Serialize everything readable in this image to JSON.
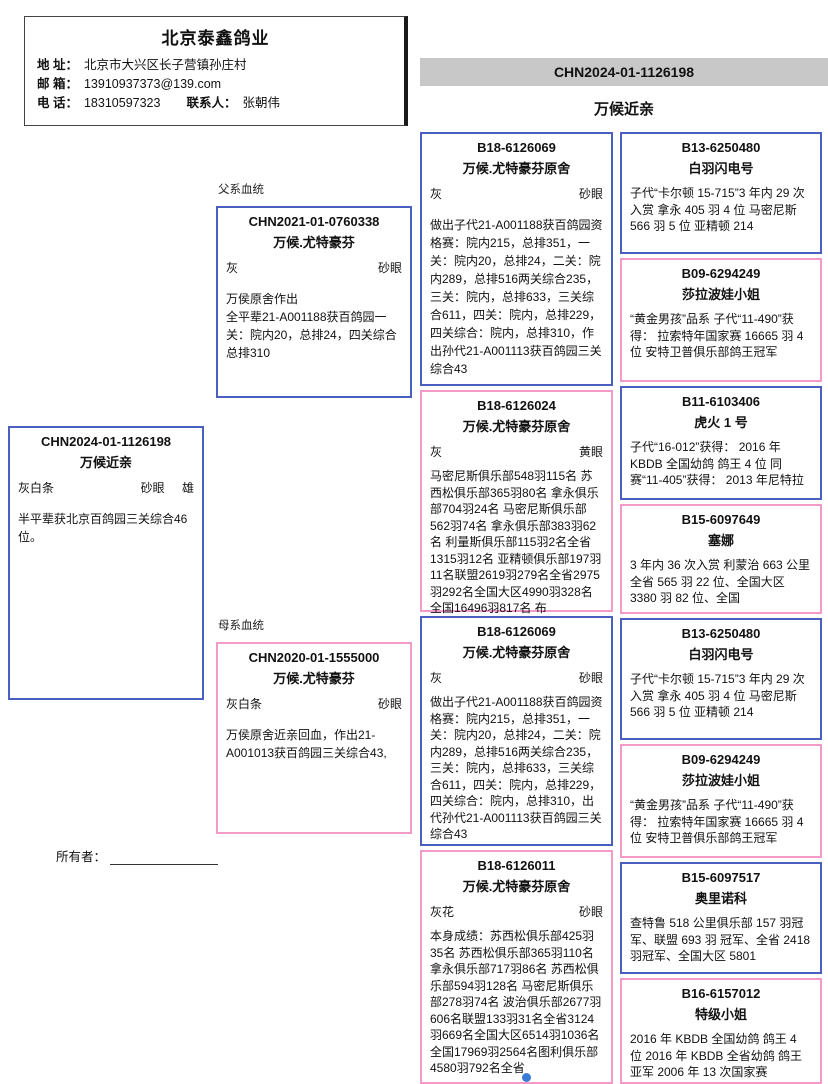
{
  "page": {
    "bar_ring": "CHN2024-01-1126198",
    "pedigree_title": "万候近亲",
    "paternal_label": "父系血统",
    "maternal_label": "母系血统",
    "owner_label": "所有者："
  },
  "header": {
    "loft_name": "北京泰鑫鸽业",
    "address_label": "地 址：",
    "address_value": "北京市大兴区长子营镇孙庄村",
    "email_label": "邮 箱：",
    "email_value": "13910937373@139.com",
    "phone_label": "电 话：",
    "phone_value": "18310597323",
    "contact_label": "联系人：",
    "contact_value": "张朝伟"
  },
  "colors": {
    "male_line_blue": "#4a5fc0",
    "female_line_pink": "#f49ac8",
    "title_bar_gray": "#c8c8c8"
  },
  "subject": {
    "ring": "CHN2024-01-1126198",
    "name": "万候近亲",
    "color": "灰白条",
    "eye": "砂眼",
    "sex": "雄",
    "note": "半平辈获北京百鸽园三关综合46位。"
  },
  "gen2": [
    {
      "ring": "CHN2021-01-0760338",
      "name": "万候.尤特豪芬",
      "color": "灰",
      "eye": "砂眼",
      "note": "万侯原舍作出\n全平辈21-A001188获百鸽园一关：院内20，总排24，四关综合总排310"
    },
    {
      "ring": "CHN2020-01-1555000",
      "name": "万候.尤特豪芬",
      "color": "灰白条",
      "eye": "砂眼",
      "note": "万侯原舍近亲回血，作出21-A001013获百鸽园三关综合43,"
    }
  ],
  "gen3": [
    {
      "ring": "B18-6126069",
      "name": "万候.尤特豪芬原舍",
      "color": "灰",
      "eye": "砂眼",
      "note": "做出子代21-A001188获百鸽园资格赛：院内215，总排351，一关：院内20，总排24，二关：院内289，总排516两关综合235，三关：院内，总排633，三关综合611，四关：院内，总排229，四关综合：院内，总排310，作出孙代21-A001113获百鸽园三关综合43"
    },
    {
      "ring": "B18-6126024",
      "name": "万候.尤特豪芬原舍",
      "color": "灰",
      "eye": "黄眼",
      "note": "马密尼斯俱乐部548羽115名 苏西松俱乐部365羽80名 拿永俱乐部704羽24名 马密尼斯俱乐部562羽74名 拿永俱乐部383羽62名 利量斯俱乐部115羽2名全省1315羽12名 亚精顿俱乐部197羽11名联盟2619羽279名全省2975羽292名全国大区4990羽328名全国16496羽817名 布"
    },
    {
      "ring": "B18-6126069",
      "name": "万候.尤特豪芬原舍",
      "color": "灰",
      "eye": "砂眼",
      "note": "做出子代21-A001188获百鸽园资格赛：院内215，总排351，一关：院内20，总排24，二关：院内289，总排516两关综合235，三关：院内，总排633，三关综合611，四关：院内，总排229，四关综合：院内，总排310，出代孙代21-A001113获百鸽园三关综合43"
    },
    {
      "ring": "B18-6126011",
      "name": "万候.尤特豪芬原舍",
      "color": "灰花",
      "eye": "砂眼",
      "note": "本身成绩：苏西松俱乐部425羽35名 苏西松俱乐部365羽110名 拿永俱乐部717羽86名 苏西松俱乐部594羽128名 马密尼斯俱乐部278羽74名 波治俱乐部2677羽606名联盟133羽31名全省3124羽669名全国大区6514羽1036名全国17969羽2564名图利俱乐部4580羽792名全省"
    }
  ],
  "gen4": [
    {
      "ring": "B13-6250480",
      "name": "白羽闪电号",
      "note": "子代“卡尔顿 15-715”3 年内 29 次入赏 拿永 405 羽 4 位 马密尼斯 566 羽 5 位 亚精顿 214"
    },
    {
      "ring": "B09-6294249",
      "name": "莎拉波娃小姐",
      "note": "“黄金男孩”品系 子代“11-490”获得： 拉索特年国家赛 16665 羽 4 位 安特卫普俱乐部鸽王冠军"
    },
    {
      "ring": "B11-6103406",
      "name": "虎火 1 号",
      "note": "子代“16-012”获得： 2016 年 KBDB 全国幼鸽 鸽王 4 位 同赛“11-405”获得： 2013 年尼特拉"
    },
    {
      "ring": "B15-6097649",
      "name": "塞娜",
      "note": "3 年内 36 次入赏 利蒙治 663 公里全省 565 羽 22 位、全国大区 3380 羽 82 位、全国"
    },
    {
      "ring": "B13-6250480",
      "name": "白羽闪电号",
      "note": "子代“卡尔顿 15-715”3 年内 29 次入赏 拿永 405 羽 4 位 马密尼斯 566 羽 5 位 亚精顿 214"
    },
    {
      "ring": "B09-6294249",
      "name": "莎拉波娃小姐",
      "note": "“黄金男孩”品系 子代“11-490”获得： 拉索特年国家赛 16665 羽 4 位 安特卫普俱乐部鸽王冠军"
    },
    {
      "ring": "B15-6097517",
      "name": "奥里诺科",
      "note": "查特鲁 518 公里俱乐部 157 羽冠军、联盟 693 羽 冠军、全省 2418 羽冠军、全国大区 5801"
    },
    {
      "ring": "B16-6157012",
      "name": "特级小姐",
      "note": "2016 年 KBDB 全国幼鸽 鸽王 4 位 2016 年 KBDB 全省幼鸽 鸽王亚军 2006 年 13 次国家赛"
    }
  ]
}
